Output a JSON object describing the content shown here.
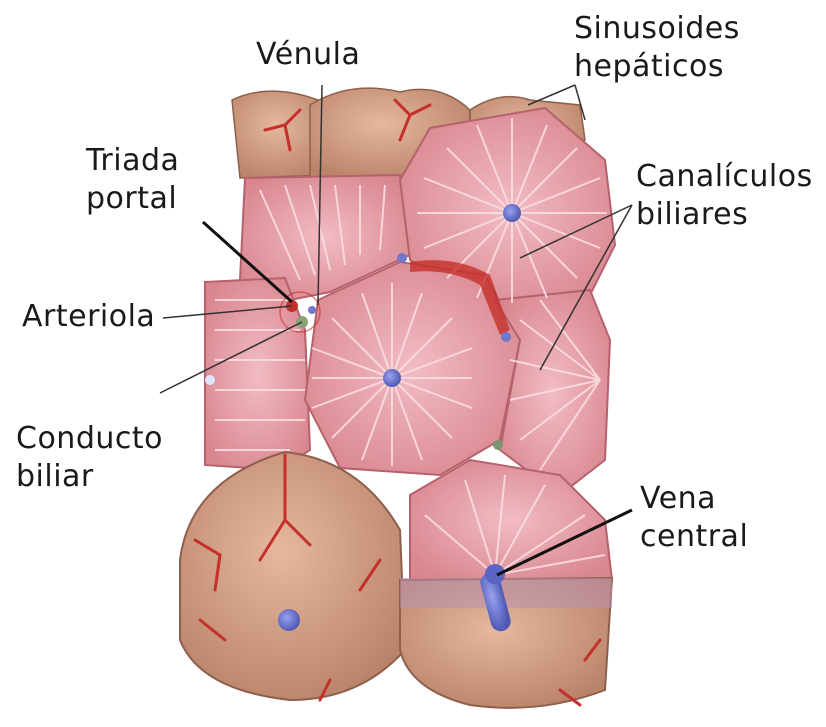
{
  "labels": {
    "venula": "Vénula",
    "sinusoides_1": "Sinusoides",
    "sinusoides_2": "hepáticos",
    "triada_1": "Triada",
    "triada_2": "portal",
    "canaliculos_1": "Canalículos",
    "canaliculos_2": "biliares",
    "arteriola": "Arteriola",
    "conducto_1": "Conducto",
    "conducto_2": "biliar",
    "vena_1": "Vena",
    "vena_2": "central"
  },
  "colors": {
    "lobule_pink": "#e9a3ad",
    "lobule_stripe": "#f7d7dc",
    "surface_tan": "#d9a58c",
    "vessel_red": "#c4302b",
    "central_vein_blue": "#6f78c9",
    "leader_line": "#222222"
  }
}
